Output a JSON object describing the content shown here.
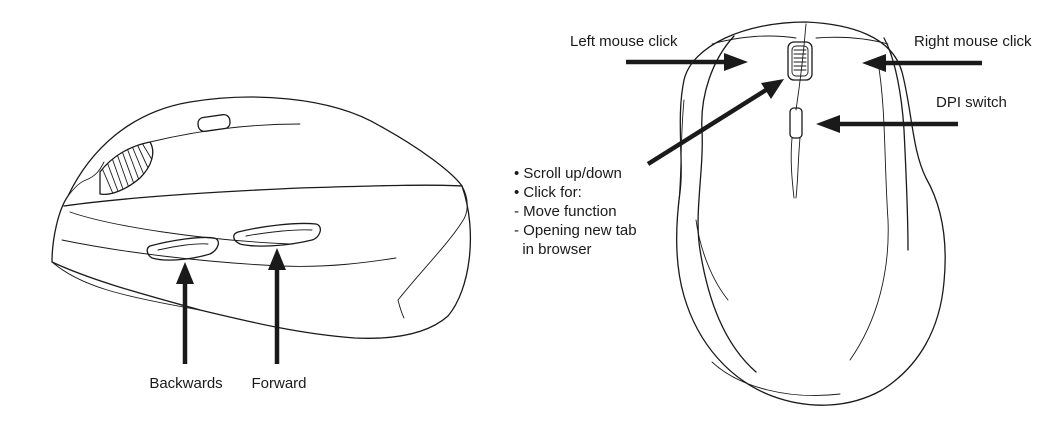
{
  "side_view": {
    "labels": {
      "backwards": "Backwards",
      "forward": "Forward"
    }
  },
  "top_view": {
    "labels": {
      "left_click": "Left mouse click",
      "right_click": "Right mouse click",
      "dpi_switch": "DPI switch",
      "scroll_lines": [
        "• Scroll up/down",
        "• Click for:",
        "- Move function",
        "- Opening new tab",
        "  in browser"
      ]
    }
  },
  "colors": {
    "ink": "#1a1a1a",
    "background": "#ffffff"
  }
}
